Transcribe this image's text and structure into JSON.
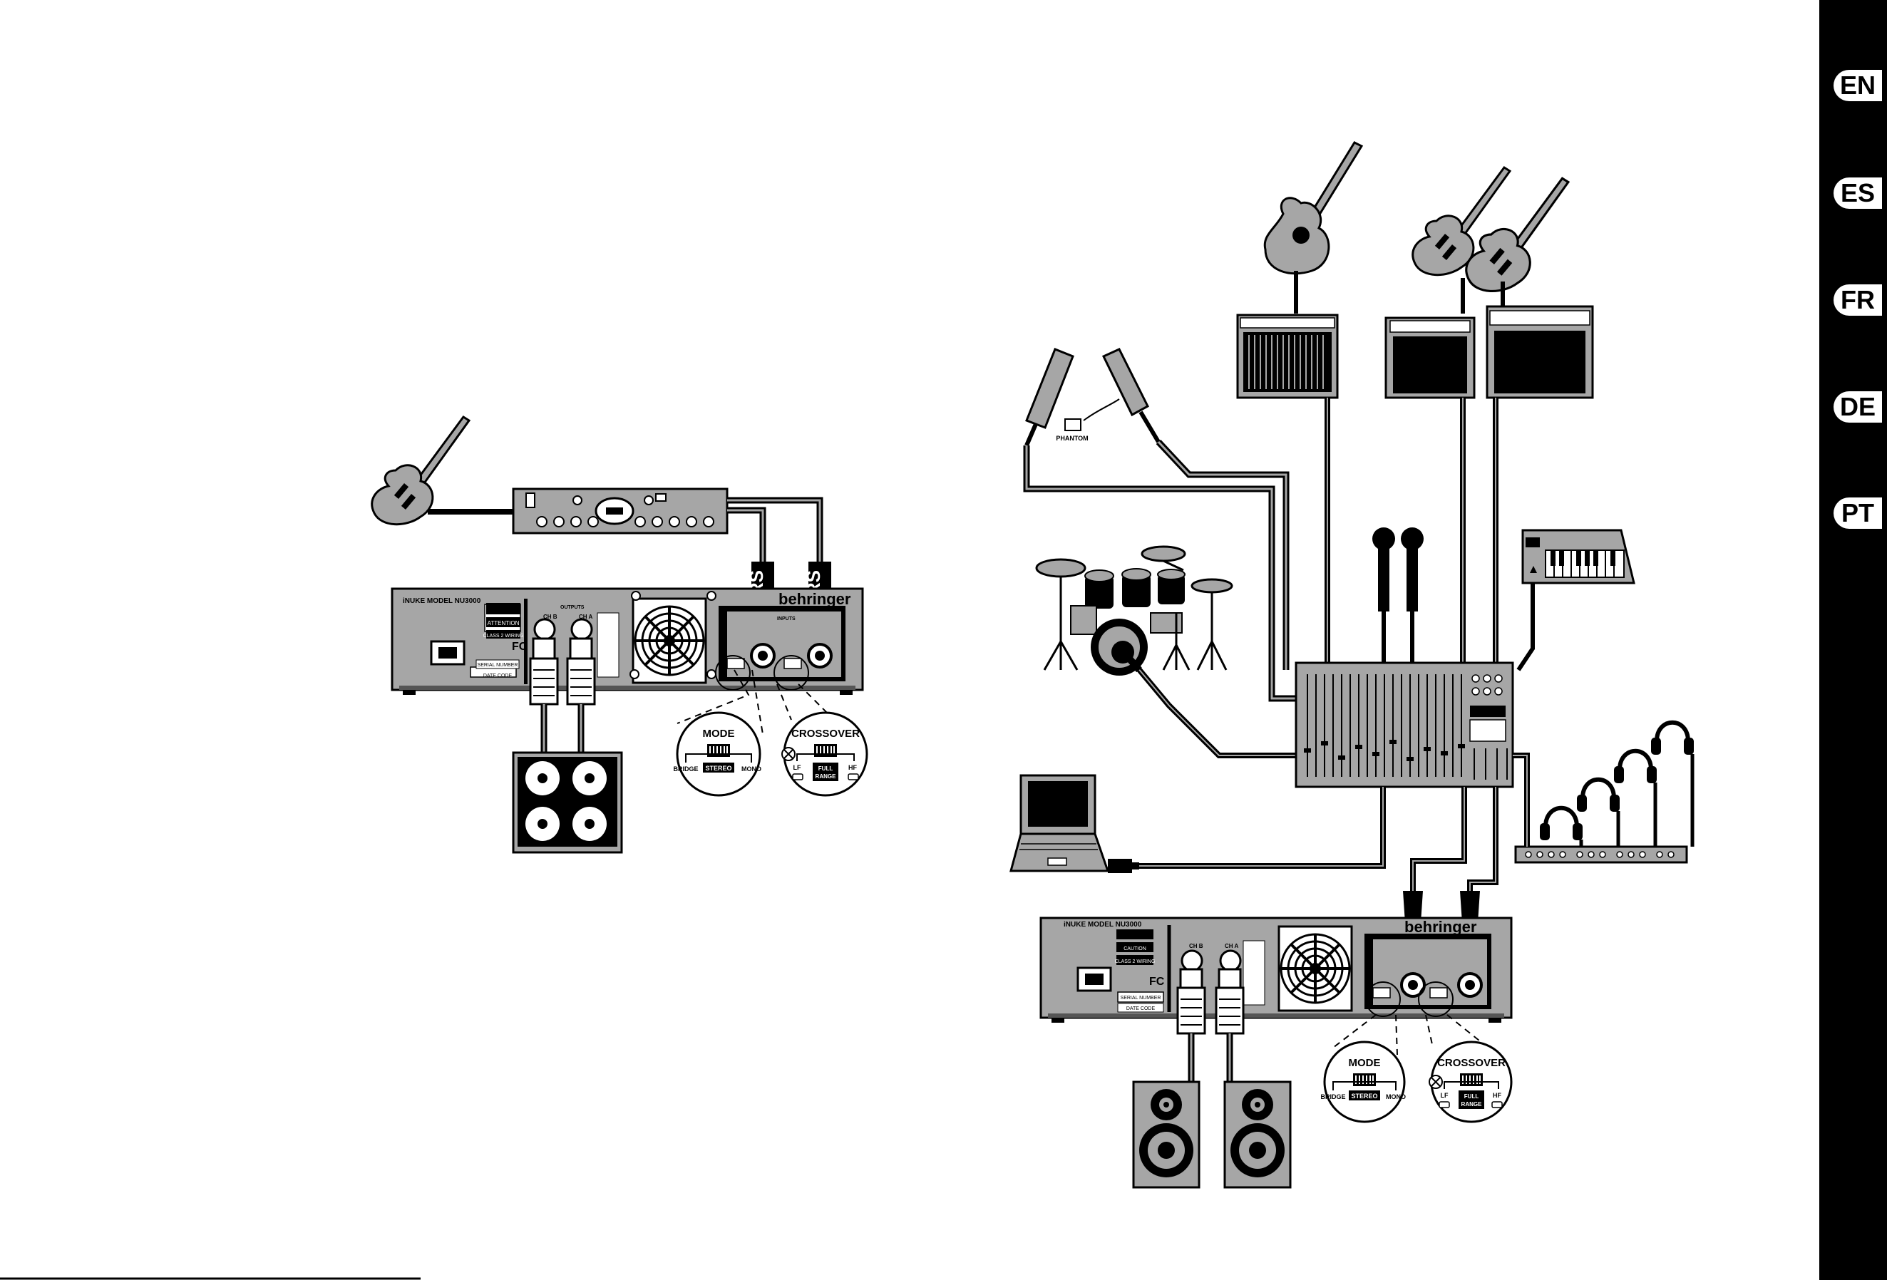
{
  "language_tabs": [
    "EN",
    "ES",
    "FR",
    "DE",
    "PT"
  ],
  "labels": {
    "trs": "TRS",
    "mode": "MODE",
    "crossover": "CROSSOVER",
    "bridge": "BRIDGE",
    "stereo": "STEREO",
    "mono": "MONO",
    "lf": "LF",
    "full_range": "FULL RANGE",
    "full": "FULL",
    "range": "RANGE",
    "hf": "HF",
    "phantom": "PHANTOM",
    "behringer": "behringer",
    "ch_a": "CH A",
    "ch_b": "CH B",
    "outputs": "OUTPUTS",
    "inputs": "INPUTS",
    "caution": "CAUTION",
    "attention": "ATTENTION",
    "class2": "CLASS 2 WIRING",
    "serial": "SERIAL NUMBER",
    "date_code": "DATE CODE",
    "model_left": "iNUKE MODEL NU3000",
    "model_right": "iNUKE MODEL NU3000",
    "fc": "FC"
  },
  "colors": {
    "gear": "#a6a6a6",
    "gear_dark": "#555555",
    "black": "#000000",
    "panel": "#9a9a9a"
  }
}
